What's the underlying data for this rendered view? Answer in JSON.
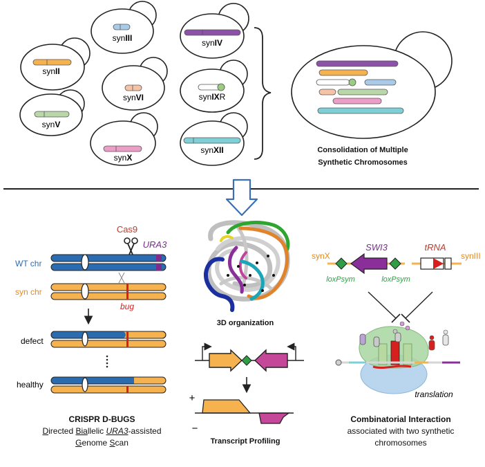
{
  "top": {
    "cells": [
      {
        "label_pre": "syn",
        "label_bold": "II",
        "label_post": ""
      },
      {
        "label_pre": "syn",
        "label_bold": "V",
        "label_post": ""
      },
      {
        "label_pre": "syn",
        "label_bold": "III",
        "label_post": ""
      },
      {
        "label_pre": "syn",
        "label_bold": "VI",
        "label_post": ""
      },
      {
        "label_pre": "syn",
        "label_bold": "X",
        "label_post": ""
      },
      {
        "label_pre": "syn",
        "label_bold": "IV",
        "label_post": ""
      },
      {
        "label_pre": "syn",
        "label_bold": "IX",
        "label_post": "R"
      },
      {
        "label_pre": "syn",
        "label_bold": "XII",
        "label_post": ""
      }
    ],
    "consolidation_line1": "Consolidation of Multiple",
    "consolidation_line2": "Synthetic Chromosomes"
  },
  "dbugs": {
    "cas9": "Cas9",
    "ura3": "URA3",
    "wt_chr": "WT chr",
    "syn_chr": "syn chr",
    "bug": "bug",
    "defect": "defect",
    "healthy": "healthy",
    "title": "CRISPR D-BUGS",
    "line2_parts": [
      "D",
      "irected ",
      "Bia",
      "ll",
      "elic ",
      "URA3",
      "-assisted"
    ],
    "line3_parts": [
      "G",
      "enome ",
      "S",
      "can"
    ]
  },
  "organization": {
    "title": "3D organization"
  },
  "profiling": {
    "plus": "+",
    "minus": "−",
    "title": "Transcript Profiling"
  },
  "interaction": {
    "synx": "synX",
    "swi3": "SWI3",
    "loxpsym_left": "loxPsym",
    "loxpsym_right": "loxPsym",
    "trna": "tRNA",
    "syniii": "synIII",
    "translation": "translation",
    "title": "Combinatorial Interaction",
    "line2": "associated with two synthetic",
    "line3": "chromosomes"
  },
  "colors": {
    "wt_blue": "#2b6cb0",
    "syn_orange": "#f5b24f",
    "purple": "#7b2d8e",
    "magenta": "#c4479a",
    "bug_red": "#d62020",
    "loxp_green": "#2f9e44",
    "arrow_blue": "#3a6fb5"
  }
}
